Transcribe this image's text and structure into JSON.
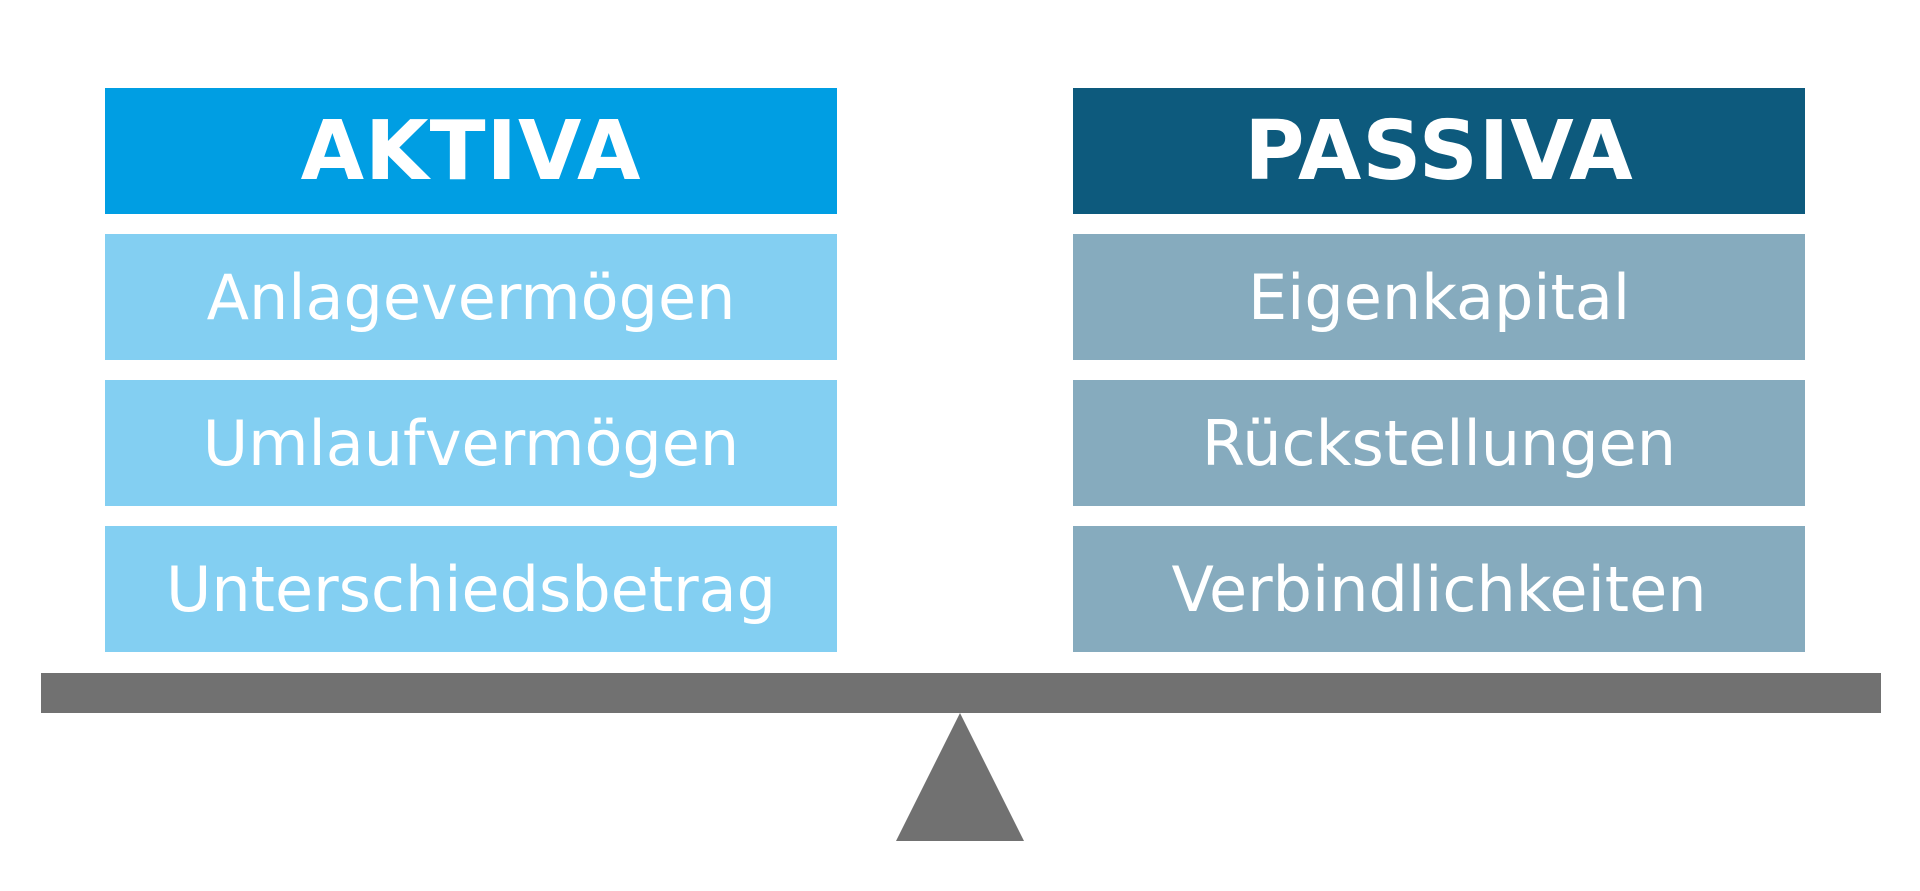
{
  "aktiva": {
    "title": "AKTIVA",
    "items": [
      "Anlagevermögen",
      "Umlaufvermögen",
      "Unterschiedsbetrag"
    ]
  },
  "passiva": {
    "title": "PASSIVA",
    "items": [
      "Eigenkapital",
      "Rückstellungen",
      "Verbindlichkeiten"
    ]
  },
  "colors": {
    "aktiva_header": "#009ee3",
    "aktiva_item": "#83cff2",
    "passiva_header": "#0d5a7d",
    "passiva_item": "#86abbe",
    "scale": "#717171"
  },
  "icons": {
    "balance": "balance-scale-icon",
    "fulcrum": "fulcrum-triangle-icon"
  }
}
